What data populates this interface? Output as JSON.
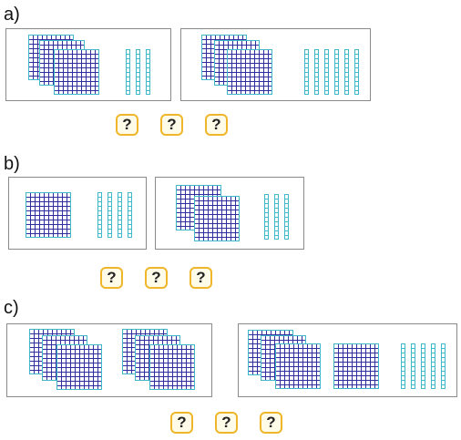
{
  "sections": [
    {
      "label": "a)",
      "answers": [
        "?",
        "?",
        "?"
      ]
    },
    {
      "label": "b)",
      "answers": [
        "?",
        "?",
        "?"
      ]
    },
    {
      "label": "c)",
      "answers": [
        "?",
        "?",
        "?"
      ]
    }
  ],
  "colors": {
    "block_grid": "#2e2e9e",
    "block_border": "#3fb9c9",
    "answer_border": "#f0b62a"
  }
}
